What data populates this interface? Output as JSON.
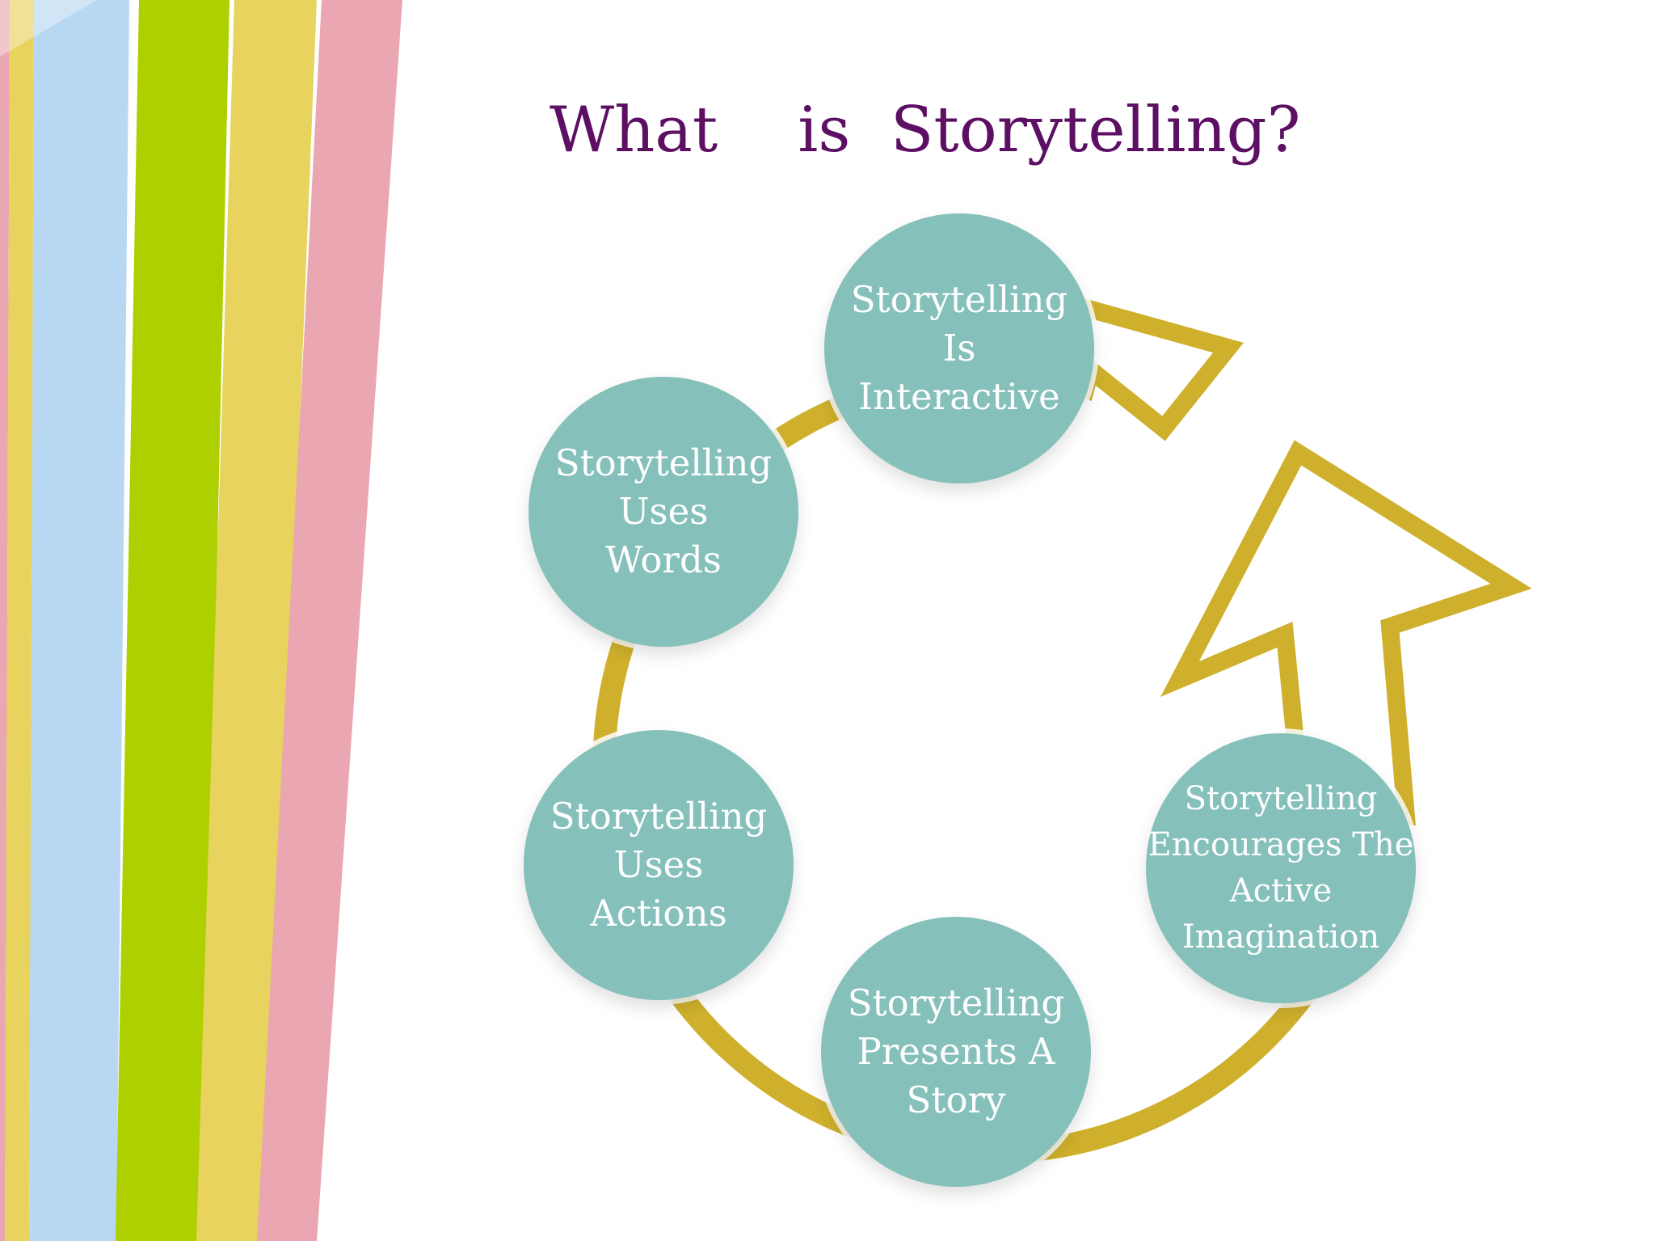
{
  "title": "What    is  Storytelling?",
  "colors": {
    "title": "#5c0f63",
    "node_fill": "#86c0bb",
    "node_text": "#ffffff",
    "cycle_arrow": "#cfb02c",
    "stripes": [
      "#eaa7b1",
      "#e7d35e",
      "#b8d7f2",
      "#aed000",
      "#e7d35e",
      "#eaa7b1"
    ]
  },
  "cycle": {
    "nodes": [
      {
        "id": "interactive",
        "label": "Storytelling\nIs\nInteractive"
      },
      {
        "id": "words",
        "label": "Storytelling\nUses\nWords"
      },
      {
        "id": "actions",
        "label": "Storytelling\nUses\nActions"
      },
      {
        "id": "story",
        "label": "Storytelling\nPresents A\nStory"
      },
      {
        "id": "imagination",
        "label": "Storytelling\nEncourages The\nActive\nImagination"
      }
    ]
  }
}
